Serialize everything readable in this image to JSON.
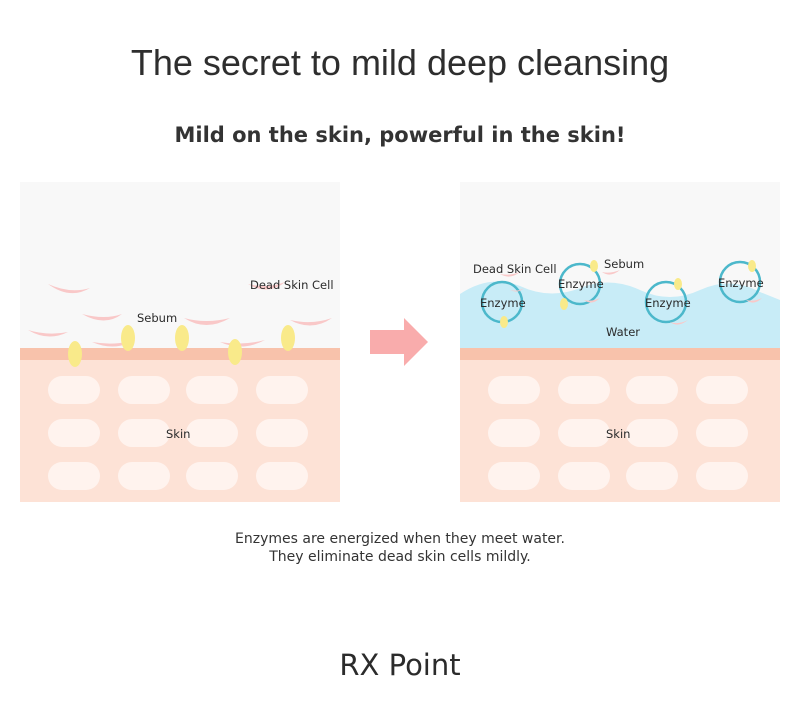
{
  "title": "The secret to mild deep cleansing",
  "subtitle": "Mild on the skin, powerful in the skin!",
  "before_panel": {
    "dead_skin_cell_label": "Dead Skin Cell",
    "sebum_label": "Sebum",
    "skin_label": "Skin"
  },
  "after_panel": {
    "dead_skin_cell_label": "Dead Skin Cell",
    "sebum_label": "Sebum",
    "enzyme_label": "Enzyme",
    "water_label": "Water",
    "skin_label": "Skin"
  },
  "caption": {
    "line1": "Enzymes are energized when they meet water.",
    "line2": "They eliminate dead skin cells mildly."
  },
  "section_heading": "RX Point",
  "colors": {
    "skin": "#fde3d8",
    "skin_cell": "#fff4ef",
    "skin_surface": "#f8bfa6",
    "background": "#f8f8f8",
    "sebum": "#f9ec8c",
    "dead_cell": "#f9c1c1",
    "water": "#c9ecf7",
    "enzyme_ring": "#4bb9cc",
    "arrow": "#f9a8a8"
  }
}
